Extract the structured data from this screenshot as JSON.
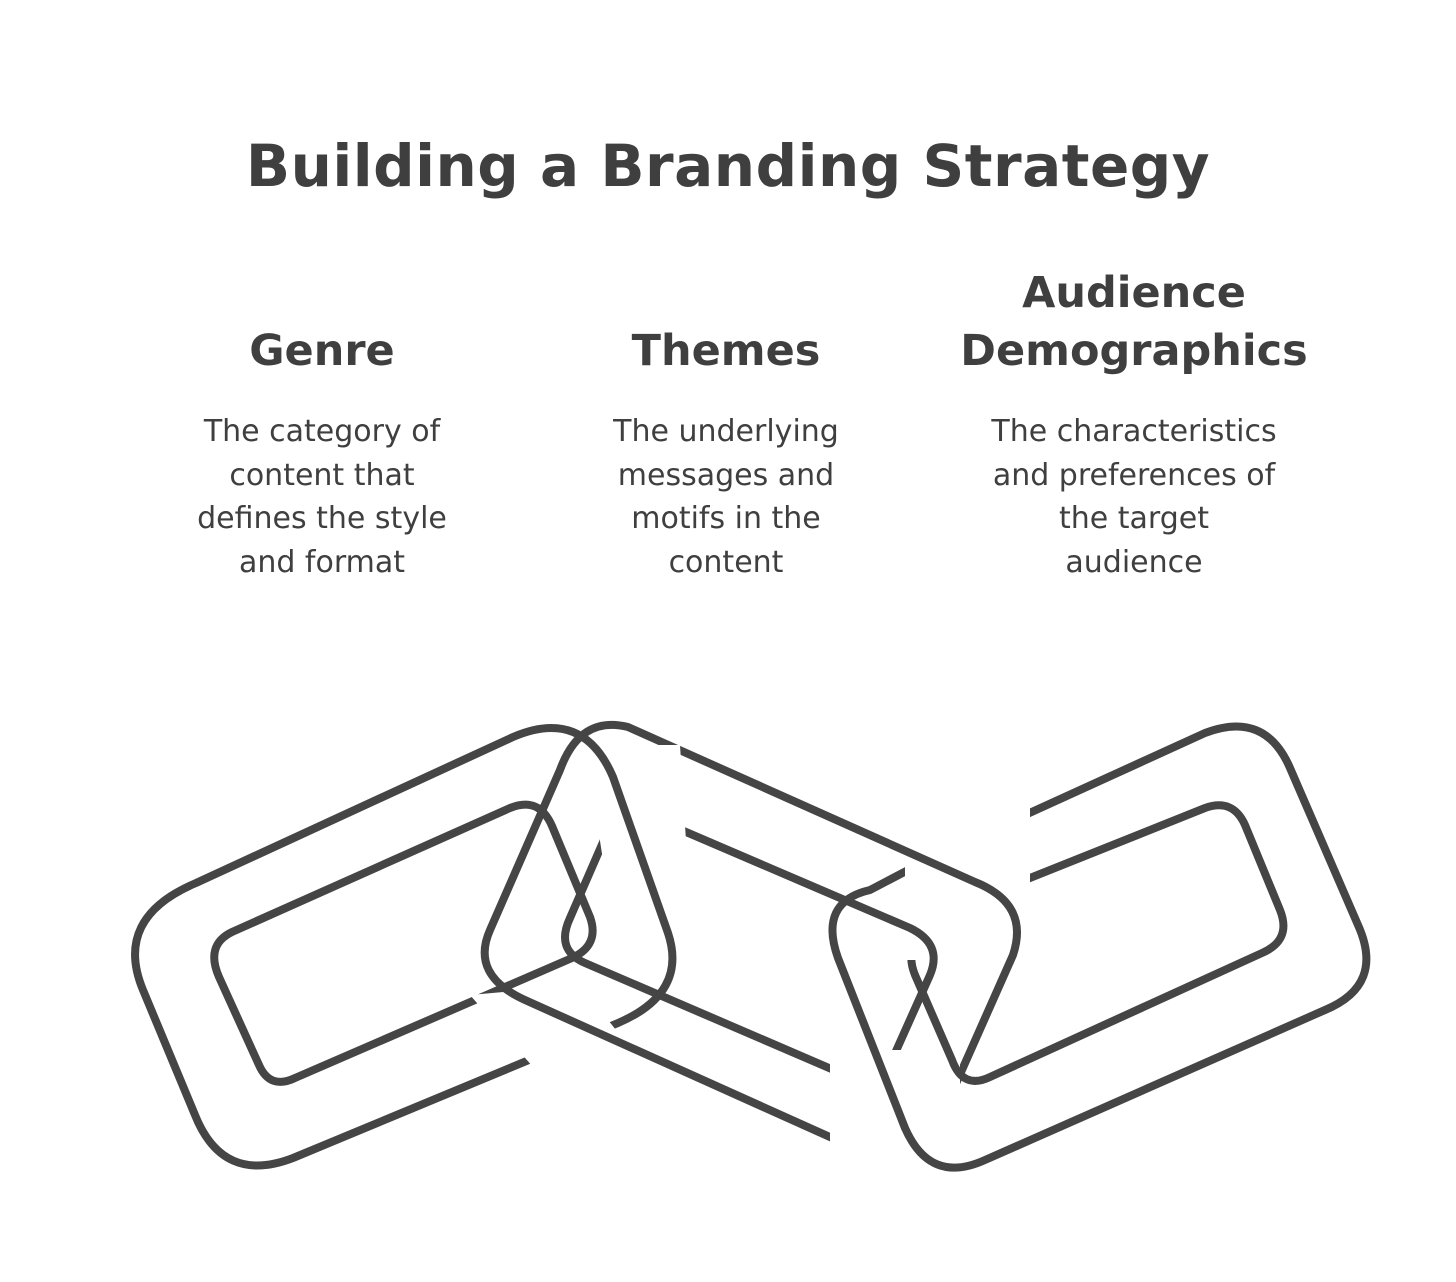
{
  "title": "Building a Branding Strategy",
  "columns": [
    {
      "heading": "Genre",
      "description": "The category of\ncontent that\ndefines the style\nand format"
    },
    {
      "heading": "Themes",
      "description": "The underlying\nmessages and\nmotifs in the\ncontent"
    },
    {
      "heading": "Audience\nDemographics",
      "description": "The characteristics\nand preferences of\nthe target\naudience"
    }
  ],
  "chain_links": [
    "genre-link",
    "themes-link",
    "audience-link"
  ],
  "colors": {
    "text": "#3f3f3f",
    "stroke": "#454545",
    "background": "#ffffff"
  }
}
